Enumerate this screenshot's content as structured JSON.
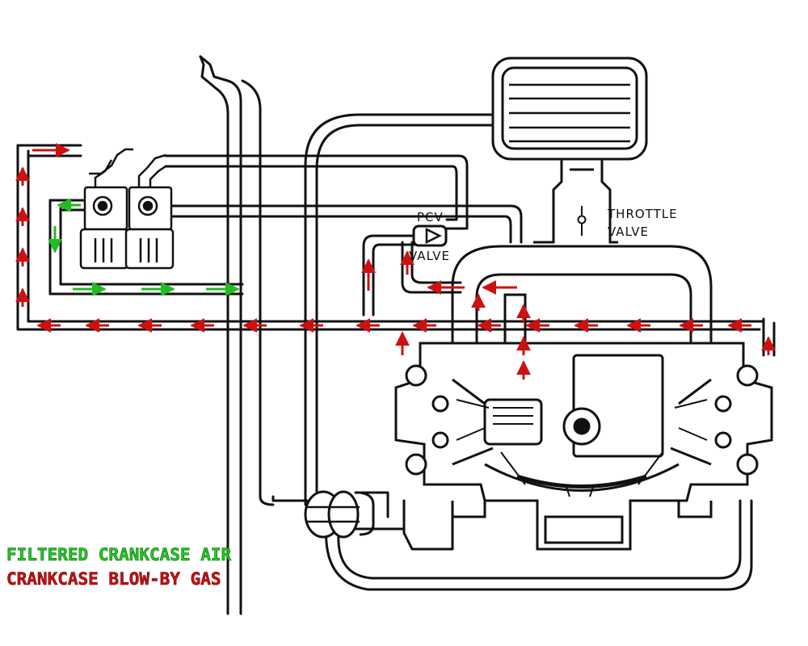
{
  "labels": {
    "pcv_top": "PCV",
    "pcv_bottom": "VALVE",
    "throttle_top": "THROTTLE",
    "throttle_bottom": "VALVE"
  },
  "legend": {
    "filtered": {
      "text": "FILTERED CRANKCASE AIR",
      "color": "#22cc22"
    },
    "blowby": {
      "text": "CRANKCASE BLOW-BY GAS",
      "color": "#cc1111"
    }
  },
  "colors": {
    "line": "#111111",
    "filtered_arrow": "#22bb22",
    "blowby_arrow": "#cc1111"
  },
  "components": {
    "catch_cans": 2,
    "air_cleaner": "air-cleaner",
    "pcv_valve": "pcv-valve",
    "throttle_valve": "throttle-valve",
    "engine": "engine-block",
    "exhaust_pipe": "exhaust-pipe"
  }
}
